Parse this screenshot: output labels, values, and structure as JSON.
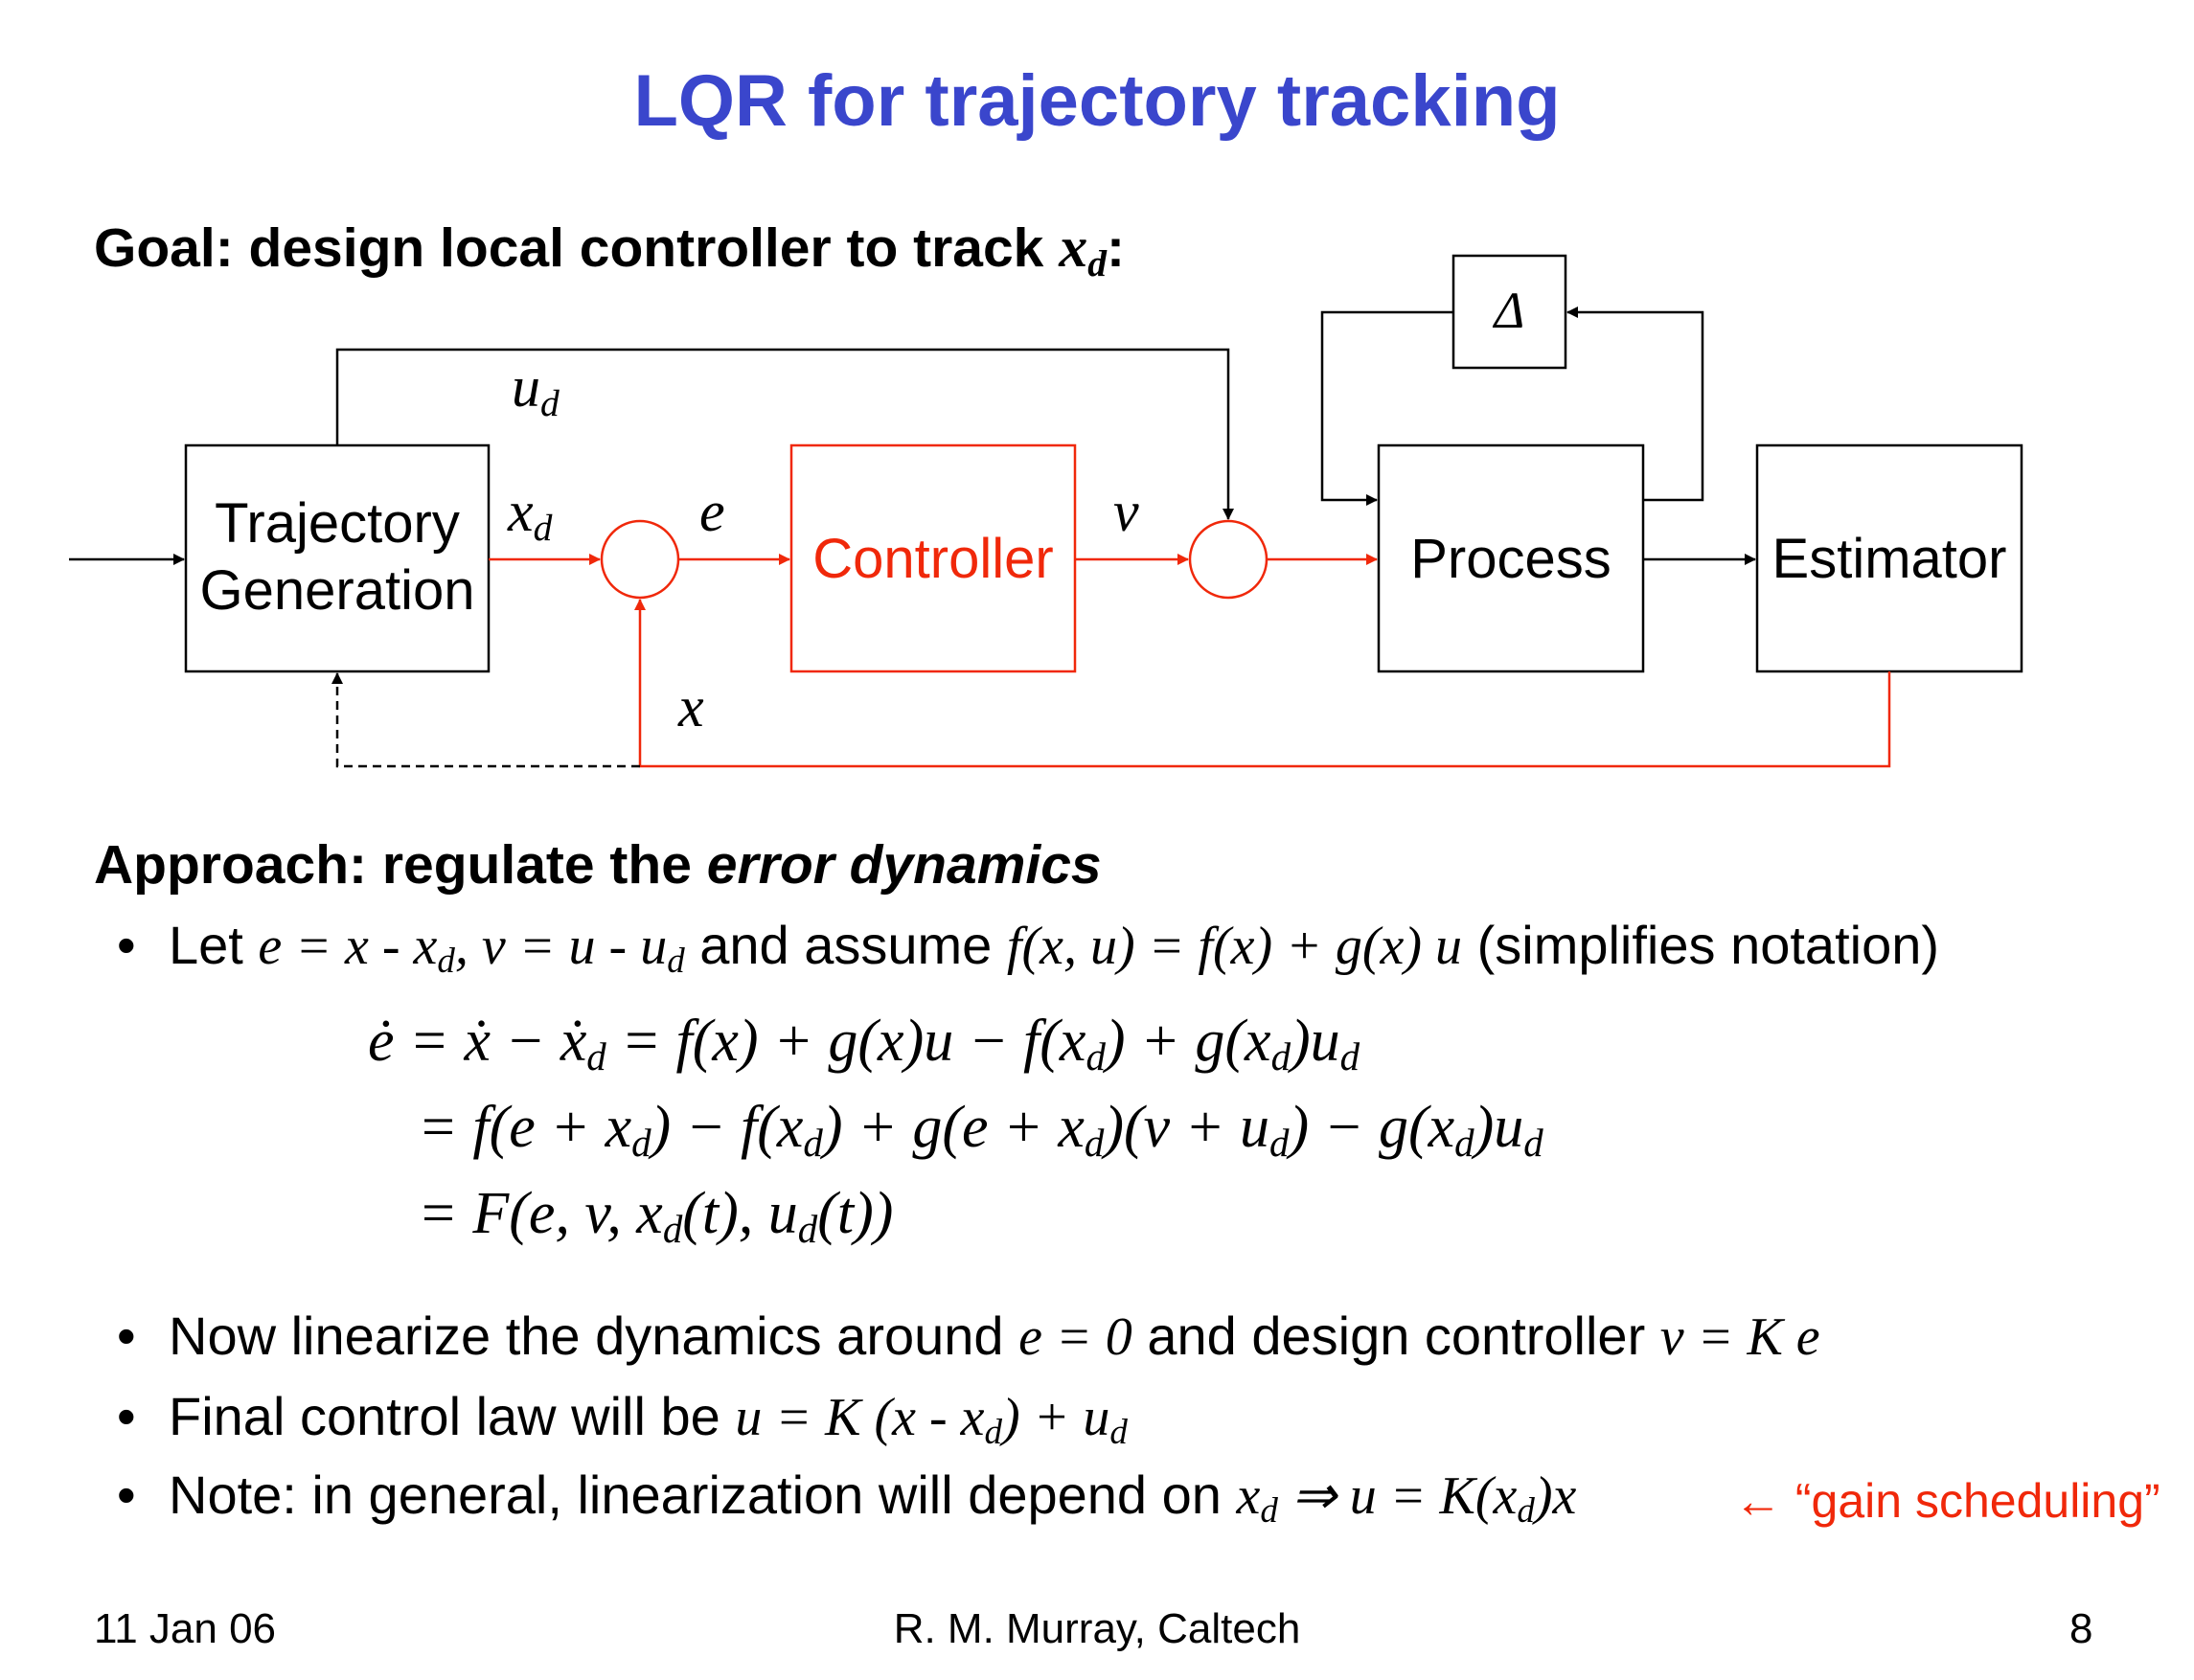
{
  "slide": {
    "title": "LQR for trajectory tracking",
    "goal_text": "Goal: design local controller to track ",
    "goal_var": "x",
    "goal_sub": "d",
    "goal_end": ":",
    "approach_text": "Approach: regulate the ",
    "approach_em": "error dynamics"
  },
  "diagram": {
    "blocks": {
      "trajectory_line1": "Trajectory",
      "trajectory_line2": "Generation",
      "controller": "Controller",
      "process": "Process",
      "estimator": "Estimator",
      "delta": "Δ"
    },
    "signals": {
      "ud": "u",
      "ud_sub": "d",
      "xd": "x",
      "xd_sub": "d",
      "e": "e",
      "v": "v",
      "x": "x"
    }
  },
  "bullets": {
    "b1": {
      "lead": "Let ",
      "m1": "e = x - x",
      "m1_sub": "d",
      "m1b": ", v = u - u",
      "m1b_sub": "d",
      "mid": " and assume ",
      "m2": "f(x, u) = f(x) + g(x) u",
      "tail": " (simplifies notation)"
    },
    "eq1": "ė = ẋ − ẋ",
    "eq1_sub": "d",
    "eq1_rest": " = f(x) + g(x)u − f(x",
    "eq1_sub2": "d",
    "eq1_rest2": ") + g(x",
    "eq1_sub3": "d",
    "eq1_rest3": ")u",
    "eq1_sub4": "d",
    "eq2": "= f(e + x",
    "eq2_s1": "d",
    "eq2_a": ") − f(x",
    "eq2_s2": "d",
    "eq2_b": ") + g(e + x",
    "eq2_s3": "d",
    "eq2_c": ")(v + u",
    "eq2_s4": "d",
    "eq2_d": ") − g(x",
    "eq2_s5": "d",
    "eq2_e": ")u",
    "eq2_s6": "d",
    "eq3": "= F(e, v, x",
    "eq3_s1": "d",
    "eq3_a": "(t), u",
    "eq3_s2": "d",
    "eq3_b": "(t))",
    "b2": {
      "lead": "Now linearize the dynamics around ",
      "m1": "e = 0",
      "mid": " and design controller ",
      "m2": "v = K e"
    },
    "b3": {
      "lead": "Final control law will be ",
      "m1": "u = K (x - x",
      "m1_sub": "d",
      "m1_end": ") + u",
      "m1_sub2": "d"
    },
    "b4": {
      "lead": "Note: in general, linearization will depend on ",
      "m1": "x",
      "m1_sub": "d",
      "m1_mid": " ⇒ u = K(x",
      "m1_sub2": "d",
      "m1_end": ")x",
      "note": "← “gain scheduling”"
    },
    "bullet_glyph": "•"
  },
  "footer": {
    "date": "11 Jan 06",
    "author": "R. M. Murray, Caltech",
    "page": "8"
  },
  "colors": {
    "title": "#3a46cc",
    "highlight": "#f0280a",
    "line": "#000000"
  }
}
